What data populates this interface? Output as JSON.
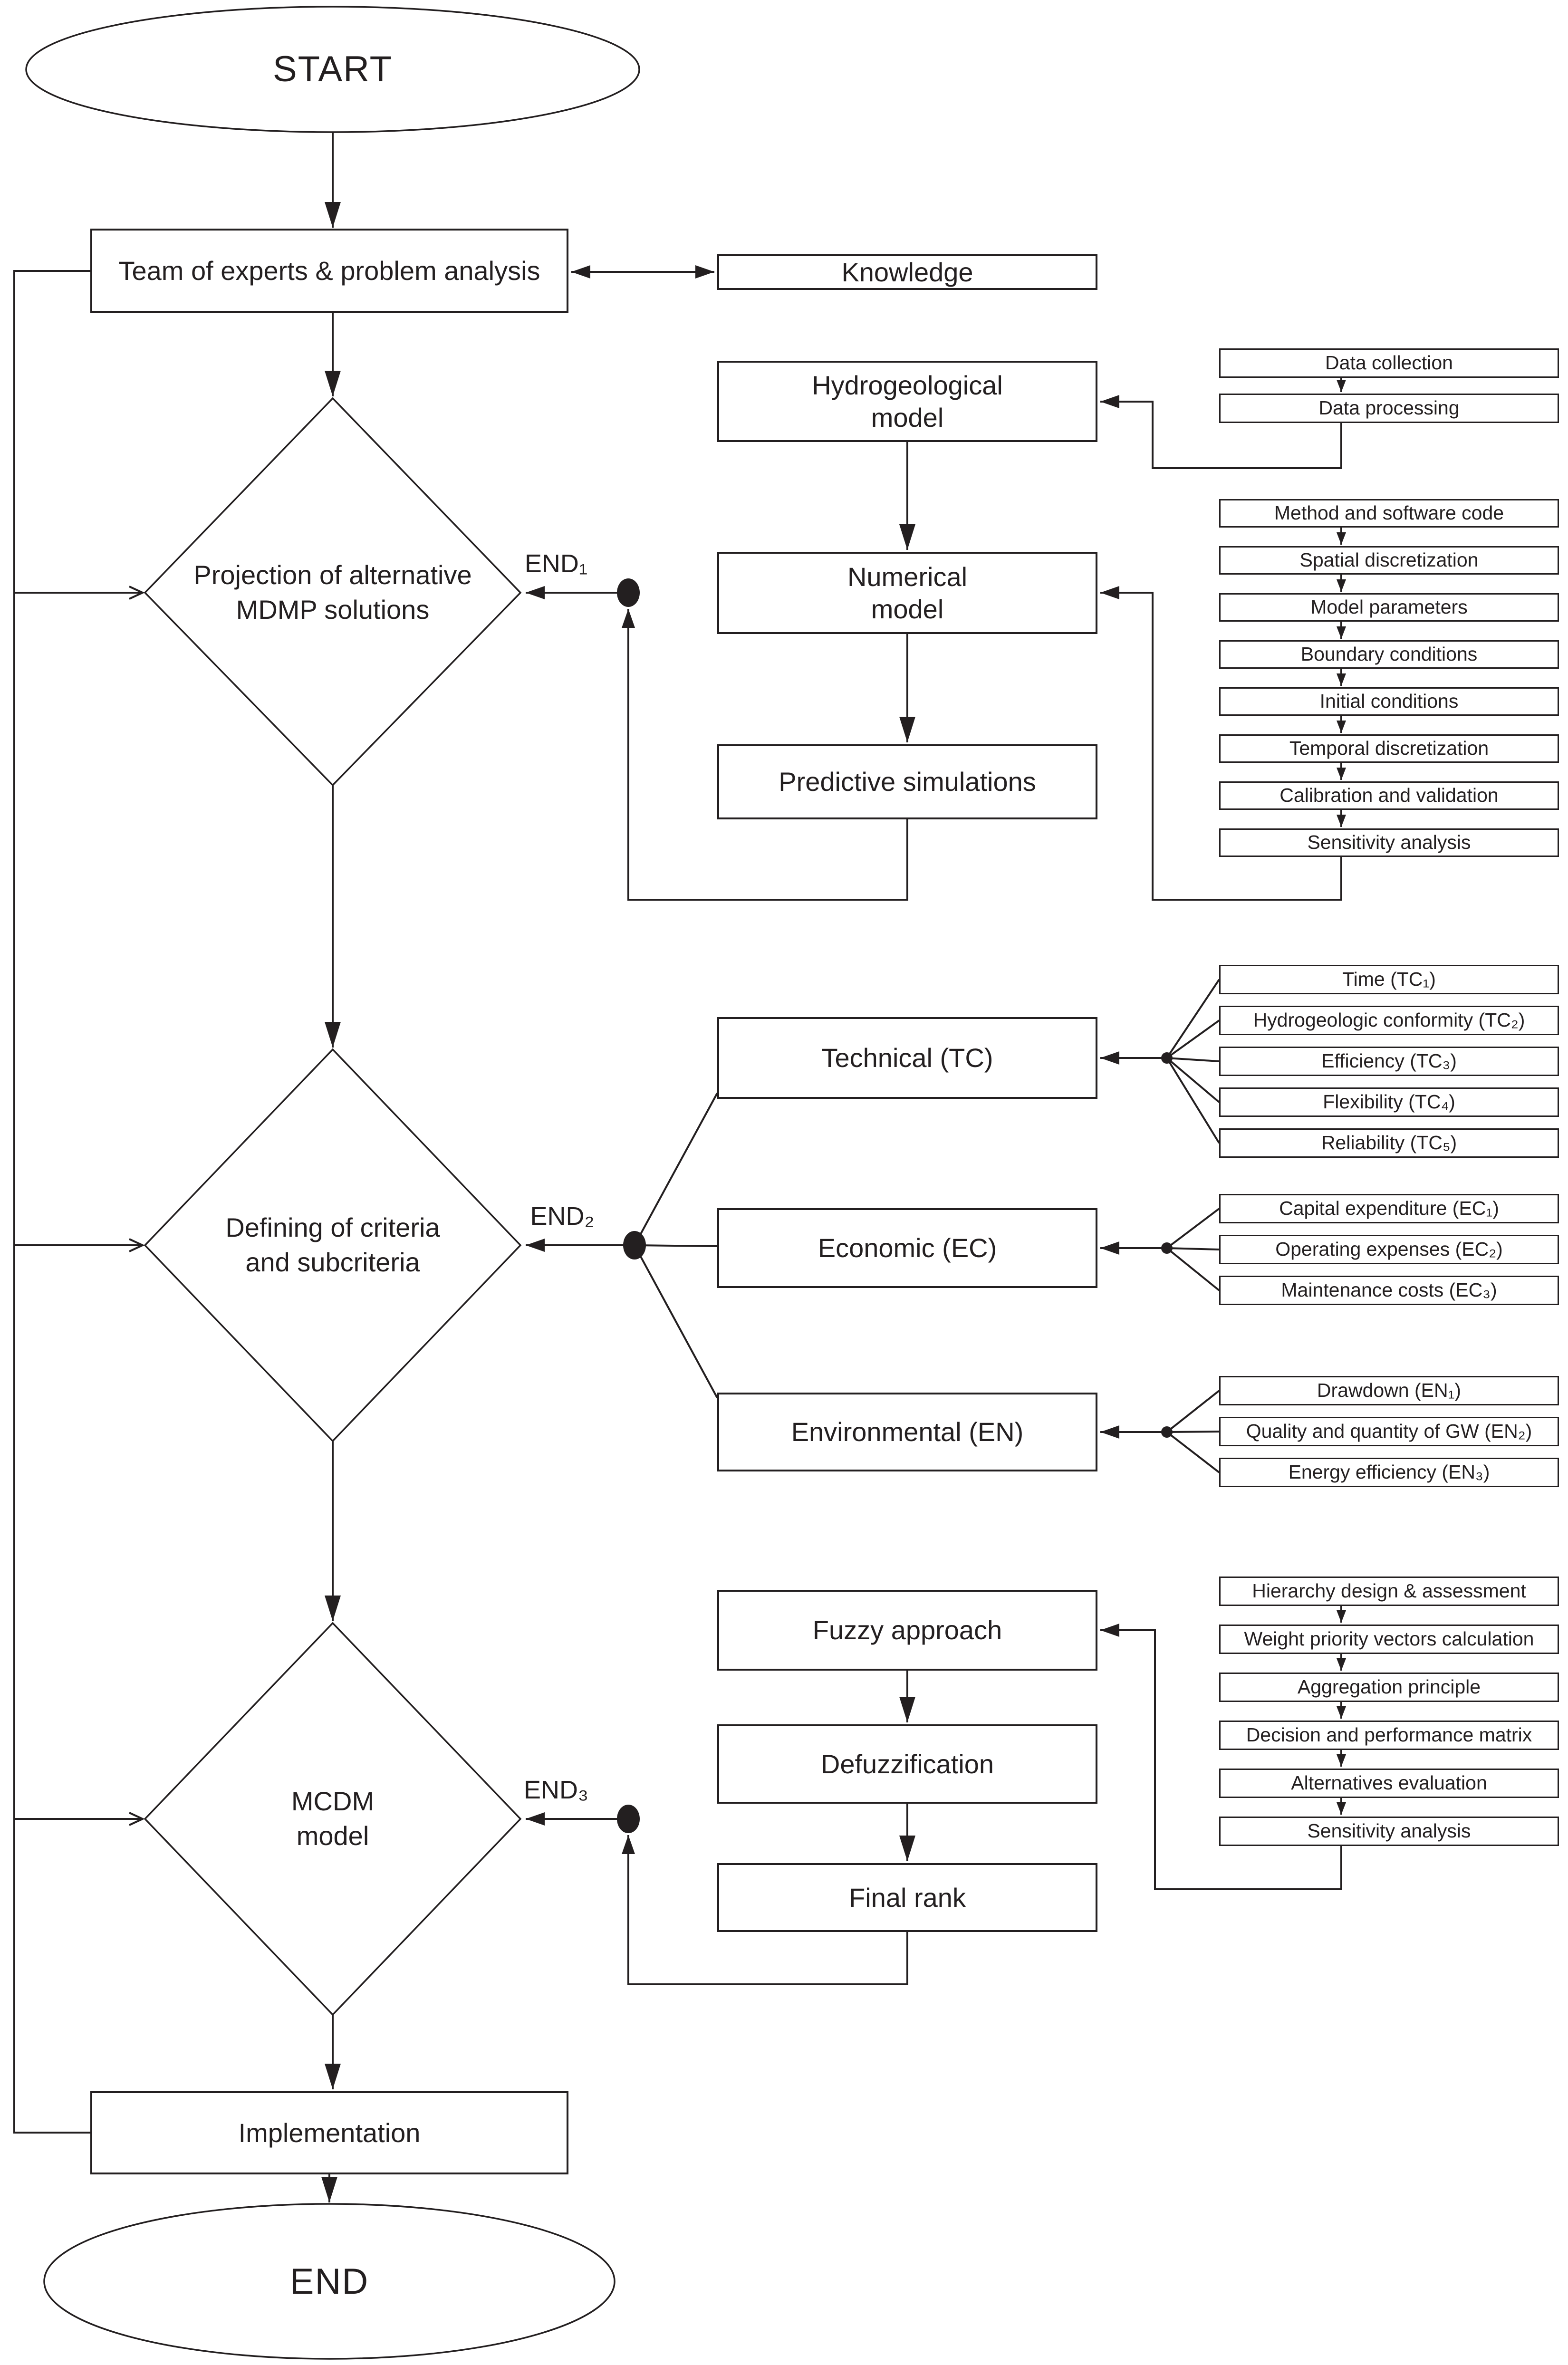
{
  "terminals": {
    "start": "START",
    "end": "END"
  },
  "nodes": {
    "team": "Team of experts & problem analysis",
    "knowledge": "Knowledge",
    "hydro": "Hydrogeological model",
    "numerical": "Numerical model",
    "predictive": "Predictive simulations",
    "technical": "Technical (TC)",
    "economic": "Economic (EC)",
    "environmental": "Environmental (EN)",
    "fuzzy": "Fuzzy approach",
    "defuzzification": "Defuzzification",
    "final_rank": "Final rank",
    "implementation": "Implementation"
  },
  "decisions": {
    "d1": {
      "line1": "Projection of alternative",
      "line2": "MDMP solutions",
      "end_label": "END₁"
    },
    "d2": {
      "line1": "Defining of criteria",
      "line2": "and subcriteria",
      "end_label": "END₂"
    },
    "d3": {
      "line1": "MCDM",
      "line2": "model",
      "end_label": "END₃"
    }
  },
  "lists": {
    "data_steps": [
      "Data collection",
      "Data processing"
    ],
    "numerical_inputs": [
      "Method and software code",
      "Spatial discretization",
      "Model parameters",
      "Boundary conditions",
      "Initial conditions",
      "Temporal discretization",
      "Calibration and validation",
      "Sensitivity analysis"
    ],
    "technical_subcriteria": [
      "Time (TC₁)",
      "Hydrogeologic conformity (TC₂)",
      "Efficiency (TC₃)",
      "Flexibility (TC₄)",
      "Reliability (TC₅)"
    ],
    "economic_subcriteria": [
      "Capital expenditure (EC₁)",
      "Operating expenses (EC₂)",
      "Maintenance costs (EC₃)"
    ],
    "environmental_subcriteria": [
      "Drawdown (EN₁)",
      "Quality and quantity of GW (EN₂)",
      "Energy efficiency (EN₃)"
    ],
    "mcdm_steps": [
      "Hierarchy design & assessment",
      "Weight priority vectors calculation",
      "Aggregation principle",
      "Decision and performance matrix",
      "Alternatives evaluation",
      "Sensitivity analysis"
    ]
  },
  "colors": {
    "line": "#231f20",
    "background": "#ffffff"
  }
}
